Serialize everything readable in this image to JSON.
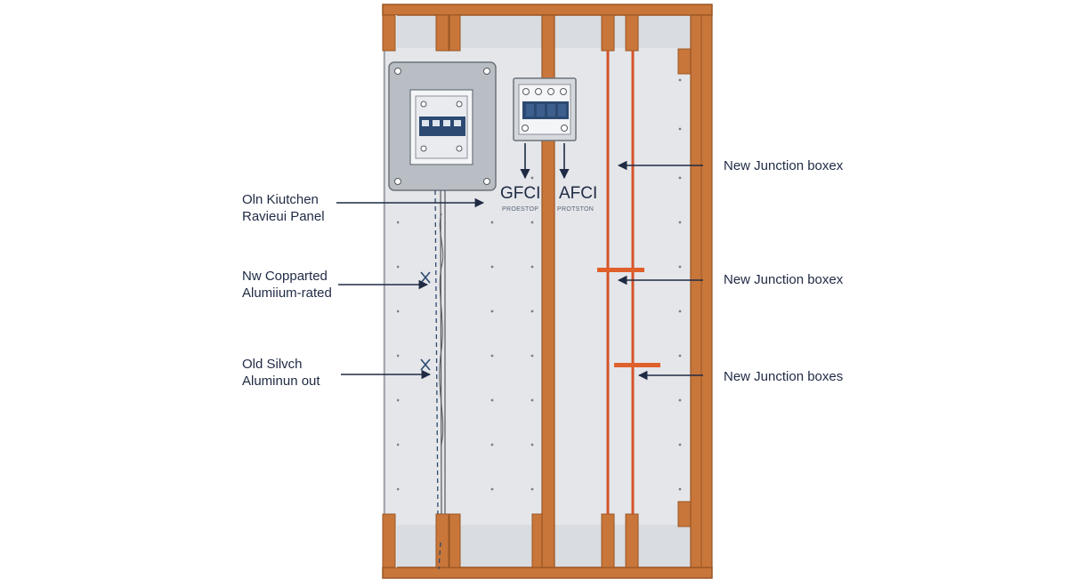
{
  "labels_left": [
    {
      "id": "kitchen-panel",
      "lines": [
        "Oln Kiutchen",
        "Ravieui Panel"
      ]
    },
    {
      "id": "copper-rated",
      "lines": [
        "Nw Copparted",
        "Alumiium-rated"
      ]
    },
    {
      "id": "old-switch",
      "lines": [
        "Old Silvch",
        "Aluminun out"
      ]
    }
  ],
  "labels_right": [
    {
      "id": "junction-1",
      "text": "New Junction boxex"
    },
    {
      "id": "junction-2",
      "text": "New Junction boxex"
    },
    {
      "id": "junction-3",
      "text": "New Junction boxes"
    }
  ],
  "devices": {
    "gfci": {
      "label": "GFCI",
      "sub": "PROESTOP"
    },
    "afci": {
      "label": "AFCI",
      "sub": "PROTSTON"
    }
  },
  "colors": {
    "wood": "#c8763a",
    "wood_dark": "#9a5522",
    "drywall": "#e3e5e8",
    "panel": "#b9bec4",
    "label_text": "#1f2a44",
    "wire_orange": "#d4532a",
    "breaker_blue": "#2c4a72"
  }
}
